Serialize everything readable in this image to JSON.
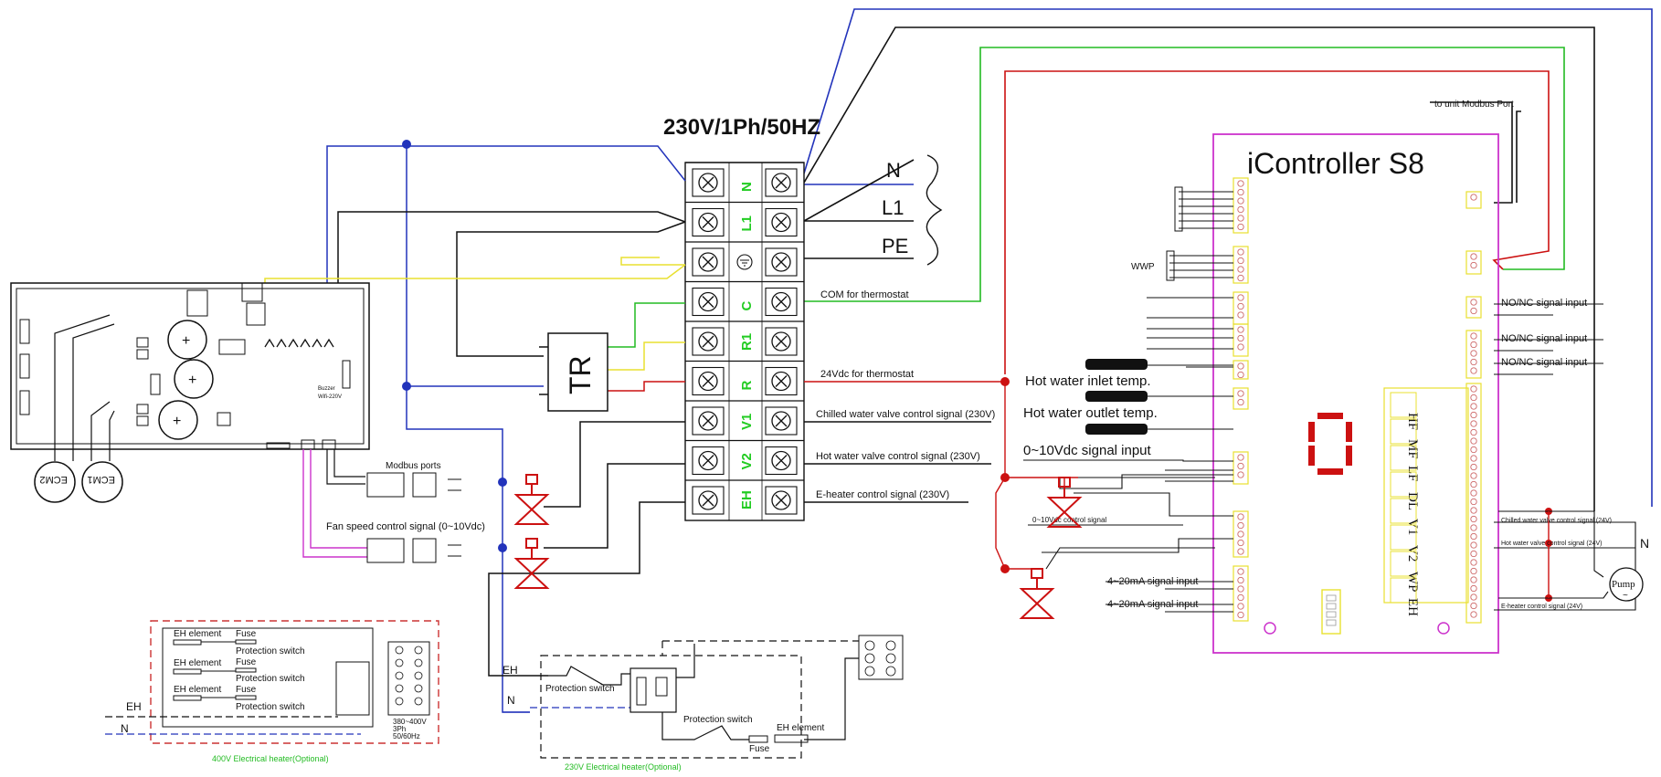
{
  "supply_title": "230V/1Ph/50HZ",
  "controller_title": "iController S8",
  "modbus_port_label": "to unit Modbus Port",
  "supply_lines": [
    "N",
    "L1",
    "PE"
  ],
  "terminal_labels": [
    "N",
    "L1",
    "",
    "C",
    "R1",
    "R",
    "V1",
    "V2",
    "EH"
  ],
  "transformer_label": "TR",
  "wire_labels": {
    "com": "COM for thermostat",
    "dc24": "24Vdc for thermostat",
    "chilled": "Chilled water valve control signal (230V)",
    "hot": "Hot water valve control signal (230V)",
    "eheater": "E-heater control signal (230V)"
  },
  "board_labels": {
    "modbus_ports": "Modbus ports",
    "fan_speed": "Fan speed control signal (0~10Vdc)",
    "ecm1": "ECM1",
    "ecm2": "ECM2"
  },
  "sensor_labels": {
    "wwp": "WWP",
    "inlet": "Hot water inlet temp.",
    "outlet": "Hot water outlet temp.",
    "signal_input": "0~10Vdc  signal input",
    "ctrl_signal": "0~10Vdc control signal",
    "ma1": "4~20mA signal input",
    "ma2": "4~20mA signal input"
  },
  "right_inputs": [
    "NO/NC signal input",
    "NO/NC signal input",
    "NO/NC signal input"
  ],
  "right_outputs": {
    "chilled": "Chilled water valve control signal (24V)",
    "hot": "Hot water valve control signal (24V)",
    "eheater": "E-heater control signal (24V)",
    "n": "N",
    "pump": "Pump"
  },
  "relay_labels": [
    "HF",
    "MF",
    "LF",
    "DL",
    "V1",
    "V2",
    "WP",
    "EH"
  ],
  "heater400": {
    "elements": [
      "EH element",
      "EH element",
      "EH element"
    ],
    "fuses": [
      "Fuse",
      "Fuse",
      "Fuse"
    ],
    "switches": [
      "Protection switch",
      "Protection switch",
      "Protection switch"
    ],
    "eh": "EH",
    "n": "N",
    "spec": [
      "380~400V",
      "3Ph",
      "50/60Hz"
    ],
    "caption": "400V Electrical heater(Optional)"
  },
  "heater230": {
    "eh": "EH",
    "n": "N",
    "switch1": "Protection switch",
    "switch2": "Protection switch",
    "element": "EH element",
    "fuse": "Fuse",
    "caption": "230V Electrical heater(Optional)"
  },
  "colors": {
    "blue": "#2233bb",
    "green": "#22bb22",
    "red": "#cc1111",
    "yellow": "#e8e030",
    "magenta": "#cc33cc",
    "terminal_text": "#22cc22"
  }
}
